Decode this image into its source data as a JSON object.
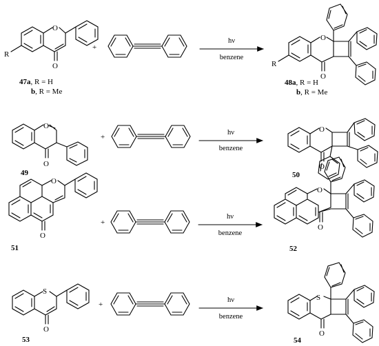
{
  "reactions": [
    {
      "reactant_label": {
        "bold": "47a",
        "rest": ", R = H"
      },
      "reactant_label2": {
        "bold": "b",
        "rest": ", R = Me"
      },
      "product_label": {
        "bold": "48a",
        "rest": ", R = H"
      },
      "product_label2": {
        "bold": "b",
        "rest": ", R = Me"
      },
      "substituent": "R",
      "product_substituent": "R",
      "heteroatom": "O",
      "product_heteroatom": "O",
      "carbonyl": "O",
      "product_carbonyl": "O",
      "plus": "+",
      "arrow_above": "hν",
      "arrow_below": "benzene"
    },
    {
      "reactant_label": "49",
      "product_label": "50",
      "heteroatom": "O",
      "product_heteroatom": "O",
      "carbonyl": "O",
      "product_carbonyl": "O",
      "plus": "+",
      "arrow_above": "hν",
      "arrow_below": "benzene"
    },
    {
      "reactant_label": "51",
      "product_label": "52",
      "heteroatom": "O",
      "product_heteroatom": "O",
      "carbonyl": "O",
      "product_carbonyl": "O",
      "plus": "+",
      "arrow_above": "hν",
      "arrow_below": "benzene"
    },
    {
      "reactant_label": "53",
      "product_label": "54",
      "heteroatom": "S",
      "product_heteroatom": "S",
      "carbonyl": "O",
      "product_carbonyl": "O",
      "plus": "+",
      "arrow_above": "hν",
      "arrow_below": "benzene"
    }
  ]
}
